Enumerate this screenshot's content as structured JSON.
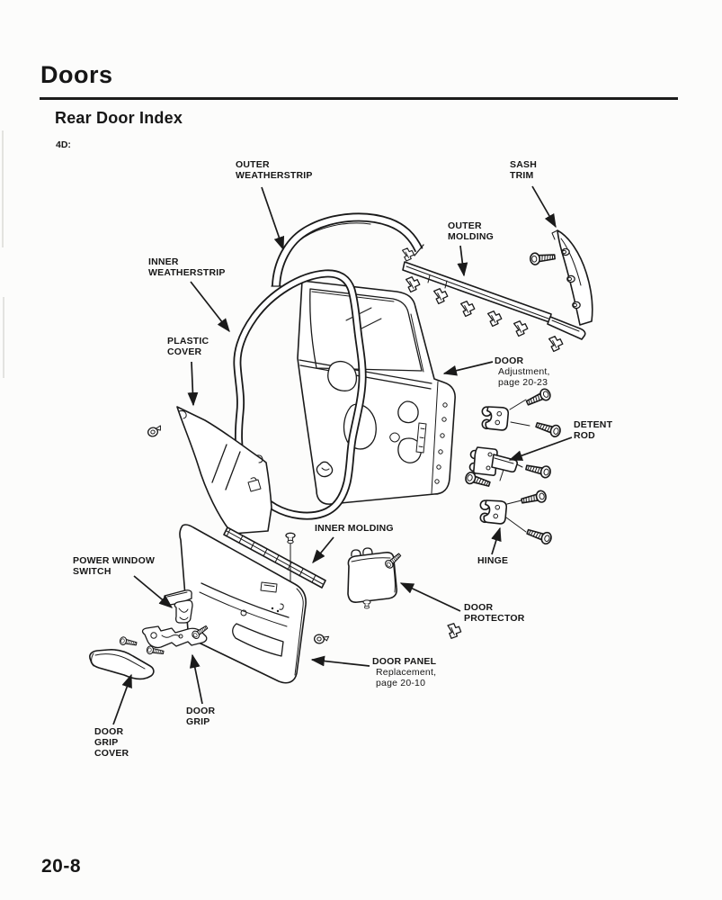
{
  "page": {
    "title": "Doors",
    "section_title": "Rear Door Index",
    "variant_label": "4D:",
    "page_number": "20-8"
  },
  "diagram": {
    "ink_color": "#1a1a1a",
    "paper_color": "#fcfcfb",
    "labels": {
      "outer_weatherstrip": {
        "l1": "OUTER",
        "l2": "WEATHERSTRIP"
      },
      "sash_trim": {
        "l1": "SASH",
        "l2": "TRIM"
      },
      "outer_molding": {
        "l1": "OUTER",
        "l2": "MOLDING"
      },
      "inner_weatherstrip": {
        "l1": "INNER",
        "l2": "WEATHERSTRIP"
      },
      "plastic_cover": {
        "l1": "PLASTIC",
        "l2": "COVER"
      },
      "door_adjustment": {
        "l1": "DOOR",
        "l2": "Adjustment,",
        "l3": "page 20-23"
      },
      "detent_rod": {
        "l1": "DETENT",
        "l2": "ROD"
      },
      "hinge": {
        "l1": "HINGE"
      },
      "inner_molding": {
        "l1": "INNER MOLDING"
      },
      "door_protector": {
        "l1": "DOOR",
        "l2": "PROTECTOR"
      },
      "door_panel": {
        "l1": "DOOR PANEL",
        "l2": "Replacement,",
        "l3": "page 20-10"
      },
      "power_window_switch": {
        "l1": "POWER WINDOW",
        "l2": "SWITCH"
      },
      "door_grip": {
        "l1": "DOOR",
        "l2": "GRIP"
      },
      "door_grip_cover": {
        "l1": "DOOR",
        "l2": "GRIP",
        "l3": "COVER"
      }
    }
  }
}
